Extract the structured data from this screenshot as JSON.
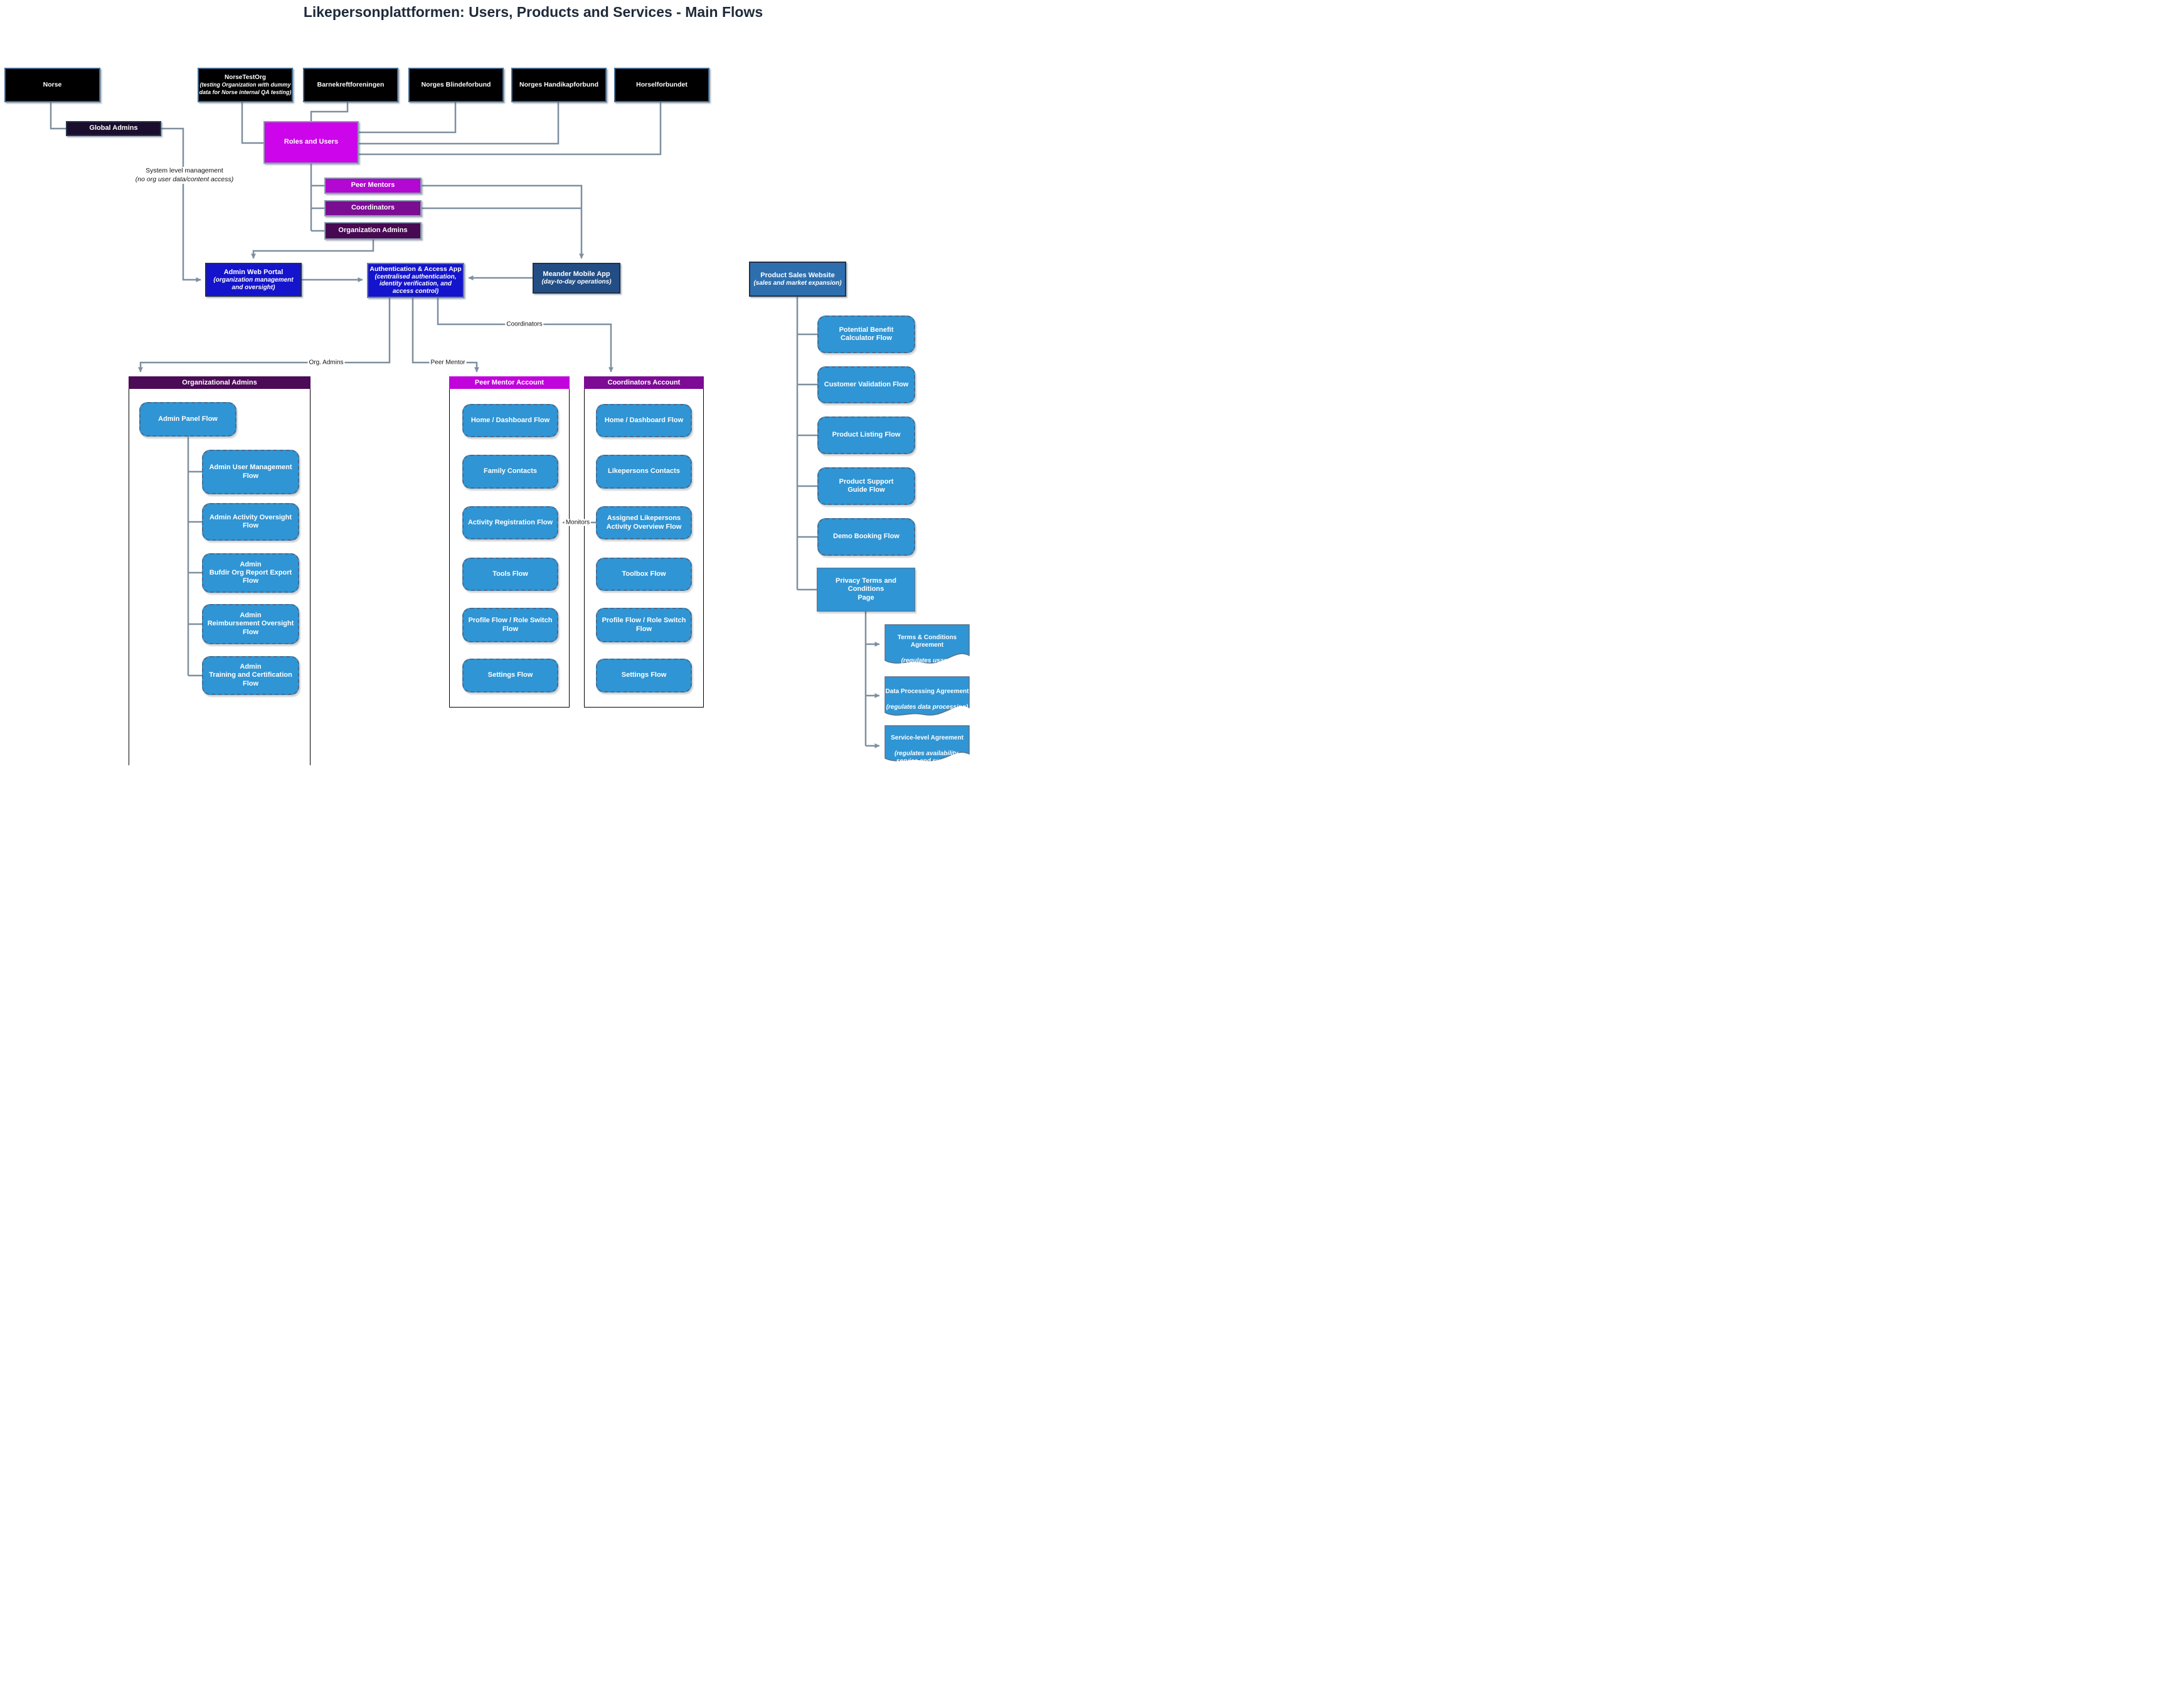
{
  "title": "Likepersonplattformen: Users, Products and Services - Main Flows",
  "colors": {
    "org_box": "#000000",
    "global_admins": "#1a0d2e",
    "roles_and_users": "#cc05ea",
    "peer_mentors": "#b307d2",
    "coordinators": "#7b0d93",
    "organization_admins": "#470a52",
    "app_blue": "#1414cc",
    "meander_navy": "#234e85",
    "sales_blue": "#2d6fae",
    "flow_blue": "#3095d4",
    "header_org_admins": "#4b0b56",
    "header_peer_mentor": "#c103dc",
    "header_coordinators": "#7d0b95",
    "wire_gray": "#7e8f9f"
  },
  "organizations": [
    {
      "label": "Norse"
    },
    {
      "label": "NorseTestOrg",
      "note": "(testing Organization with dummy data for Norse internal QA testing)"
    },
    {
      "label": "Barnekreftforeningen"
    },
    {
      "label": "Norges Blindeforbund"
    },
    {
      "label": "Norges Handikapforbund"
    },
    {
      "label": "Horselforbundet"
    }
  ],
  "role_nodes": {
    "global_admins": "Global Admins",
    "roles_and_users": "Roles and Users",
    "peer_mentors": "Peer Mentors",
    "coordinators": "Coordinators",
    "organization_admins": "Organization Admins"
  },
  "apps": {
    "admin_web_portal": {
      "title": "Admin Web Portal",
      "note": "(organization management and oversight)"
    },
    "auth_app": {
      "title": "Authentication & Access App",
      "note": "(centralised authentication, identity verification, and access control)"
    },
    "meander": {
      "title": "Meander Mobile App",
      "note": "(day-to-day operations)"
    },
    "sales_website": {
      "title": "Product Sales Website",
      "note": "(sales and market expansion)"
    }
  },
  "edge_labels": {
    "system_level": "System level management",
    "system_level_note": "(no org user data/content access)",
    "org_admins": "Org. Admins",
    "peer_mentor": "Peer Mentor",
    "coordinators": "Coordinators",
    "monitors": "Monitors"
  },
  "columns": [
    {
      "header": "Organizational Admins",
      "flows": [
        "Admin Panel Flow",
        "Admin User Management\nFlow",
        "Admin Activity Oversight\nFlow",
        "Admin\nBufdir Org Report Export\nFlow",
        "Admin\nReimbursement Oversight\nFlow",
        "Admin\nTraining and Certification\nFlow"
      ]
    },
    {
      "header": "Peer Mentor Account",
      "flows": [
        "Home / Dashboard Flow",
        "Family Contacts",
        "Activity Registration Flow",
        "Tools Flow",
        "Profile Flow / Role Switch\nFlow",
        "Settings Flow"
      ]
    },
    {
      "header": "Coordinators Account",
      "flows": [
        "Home / Dashboard Flow",
        "Likepersons Contacts",
        "Assigned Likepersons\nActivity Overview Flow",
        "Toolbox Flow",
        "Profile Flow / Role Switch\nFlow",
        "Settings Flow"
      ]
    }
  ],
  "sales_flows": [
    "Potential Benefit\nCalculator Flow",
    "Customer Validation Flow",
    "Product Listing Flow",
    "Product Support\nGuide Flow",
    "Demo Booking Flow"
  ],
  "privacy_page": "Privacy Terms and\nConditions\nPage",
  "agreements": [
    {
      "title": "Terms & Conditions\nAgreement",
      "note": "(regulates usage)"
    },
    {
      "title": "Data Processing Agreement",
      "note": "(regulates data processing)"
    },
    {
      "title": "Service-level Agreement",
      "note": "(regulates availability,\nservice and support)"
    }
  ]
}
